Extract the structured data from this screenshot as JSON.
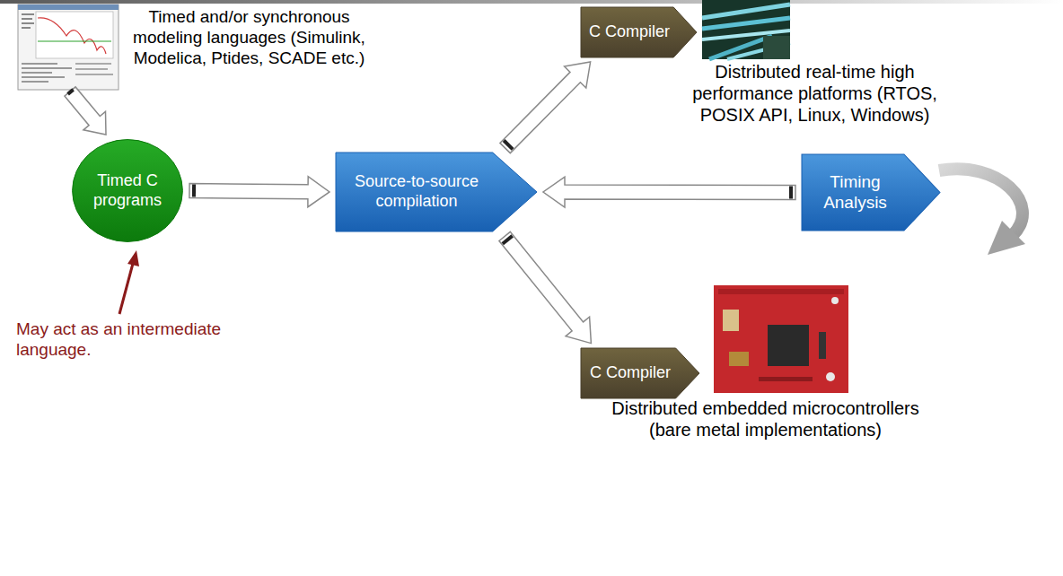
{
  "diagram": {
    "nodes": [
      {
        "text": [
          "Timed C programs"
        ]
      },
      {
        "text": [
          "Source-to-source compilation"
        ]
      },
      {
        "text": [
          "C Compiler"
        ]
      },
      {
        "text": [
          "Timing Analysis"
        ]
      },
      {
        "text": [
          "C Compiler"
        ]
      }
    ],
    "edges": [
      {
        "from": 0,
        "to": 1,
        "arrow": "to"
      },
      {
        "from": 1,
        "to": 2,
        "arrow": "to"
      },
      {
        "from": 1,
        "to": 4,
        "arrow": "to"
      },
      {
        "from": 3,
        "to": 1,
        "arrow": "to"
      }
    ],
    "labels": [
      "Timed and/or synchronous modeling languages (Simulink, Modelica, Ptides, SCADE etc.)",
      "Distributed real-time high performance platforms (RTOS, POSIX API, Linux, Windows)",
      "May act as an intermediate language.",
      "Distributed embedded microcontrollers (bare metal implementations)"
    ]
  }
}
